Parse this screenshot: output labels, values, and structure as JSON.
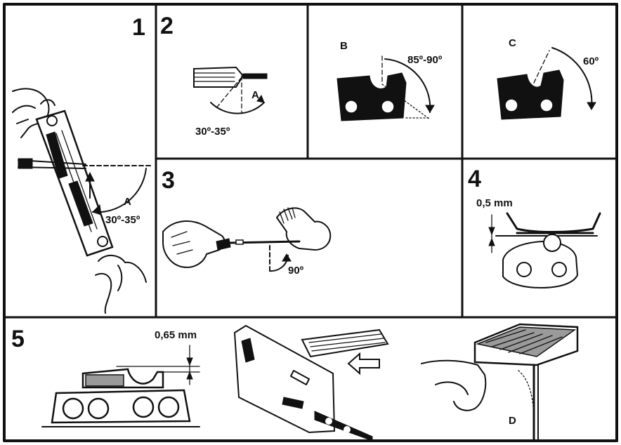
{
  "colors": {
    "ink": "#111111",
    "paper": "#ffffff",
    "shade": "#9a9a9a"
  },
  "panels": {
    "p1": {
      "number": "1",
      "label_a": "A",
      "angle": "30º-35º"
    },
    "p2": {
      "number": "2",
      "label_a": "A",
      "angle": "30º-35º"
    },
    "pB": {
      "label": "B",
      "angle": "85º-90º"
    },
    "pC": {
      "label": "C",
      "angle": "60º"
    },
    "p3": {
      "number": "3",
      "angle": "90º"
    },
    "p4": {
      "number": "4",
      "measure": "0,5 mm"
    },
    "p5": {
      "number": "5",
      "measure": "0,65 mm",
      "label_d": "D"
    }
  }
}
